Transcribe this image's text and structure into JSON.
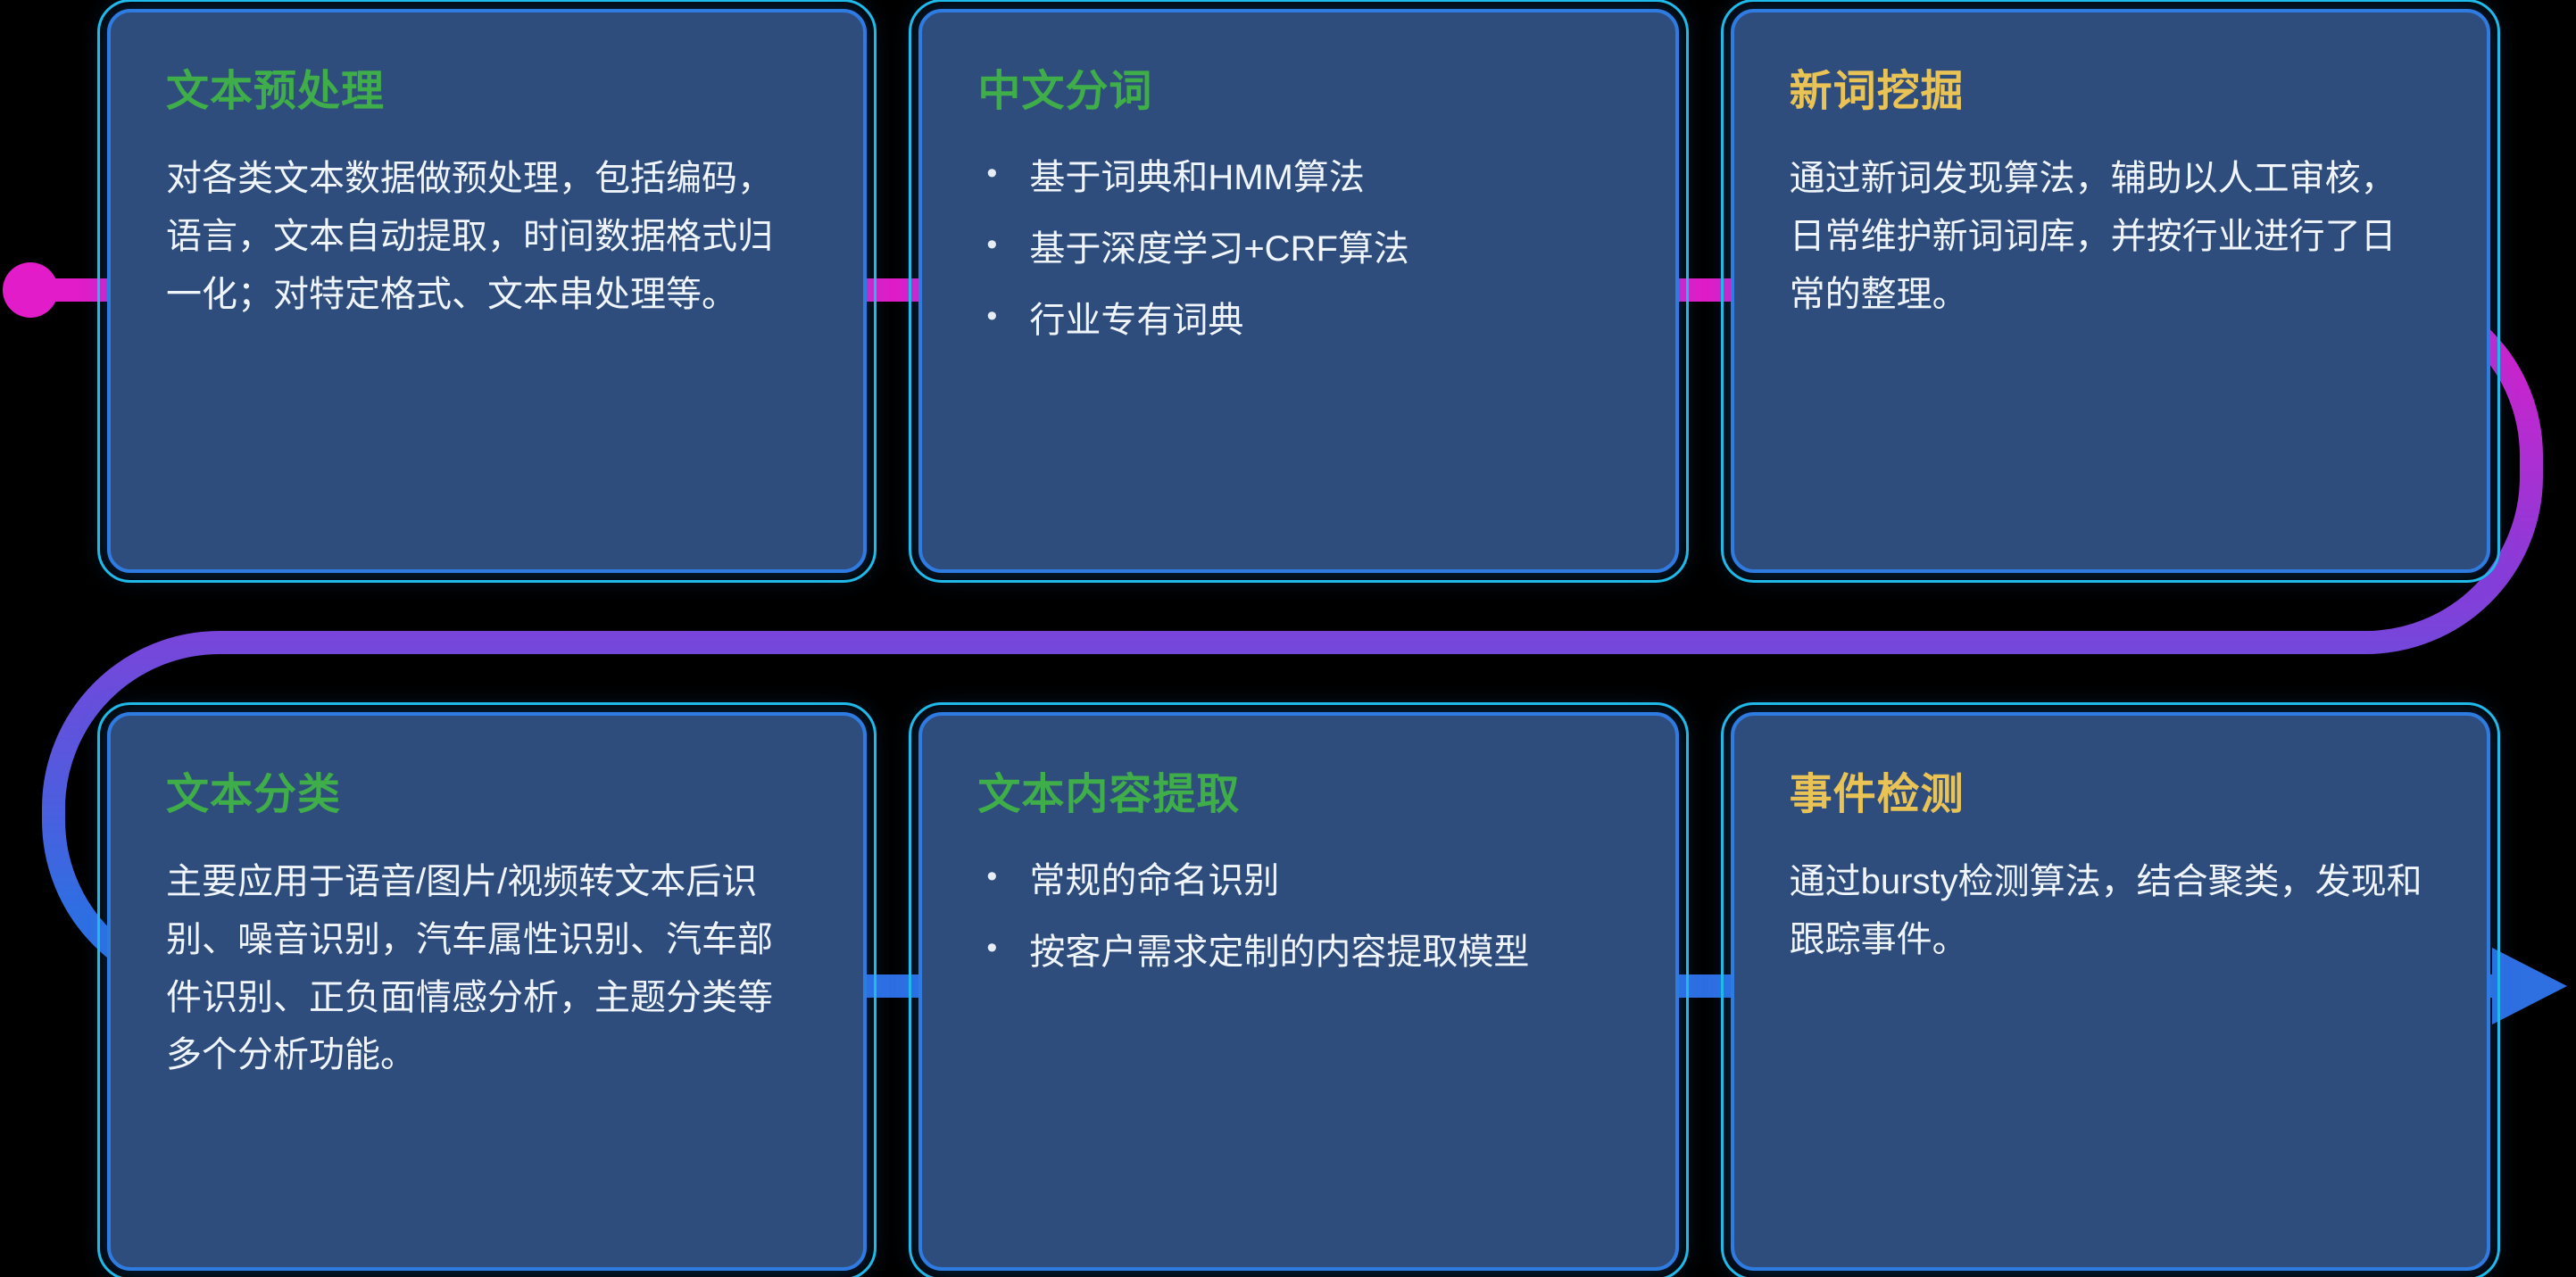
{
  "colors": {
    "background": "#000000",
    "card_fill": "#2e4d7c",
    "card_border": "#2e7ce2",
    "card_outline": "#1fb9ea",
    "title_green": "#3fad49",
    "title_yellow": "#e9c355",
    "body_text": "#f0f5fc",
    "flow_start": "#e11cc8",
    "flow_mid": "#8a3bd8",
    "flow_end": "#2e6fe2"
  },
  "cards": [
    {
      "title": "文本预处理",
      "title_color": "green",
      "body": "对各类文本数据做预处理，包括编码，语言，文本自动提取，时间数据格式归一化；对特定格式、文本串处理等。"
    },
    {
      "title": "中文分词",
      "title_color": "green",
      "bullets": [
        "基于词典和HMM算法",
        "基于深度学习+CRF算法",
        "行业专有词典"
      ]
    },
    {
      "title": "新词挖掘",
      "title_color": "yellow",
      "body": "通过新词发现算法，辅助以人工审核，日常维护新词词库，并按行业进行了日常的整理。"
    },
    {
      "title": "文本分类",
      "title_color": "green",
      "body": "主要应用于语音/图片/视频转文本后识别、噪音识别，汽车属性识别、汽车部件识别、正负面情感分析，主题分类等多个分析功能。"
    },
    {
      "title": "文本内容提取",
      "title_color": "green",
      "bullets": [
        "常规的命名识别",
        "按客户需求定制的内容提取模型"
      ]
    },
    {
      "title": "事件检测",
      "title_color": "yellow",
      "body": "通过bursty检测算法，结合聚类，发现和跟踪事件。"
    }
  ]
}
